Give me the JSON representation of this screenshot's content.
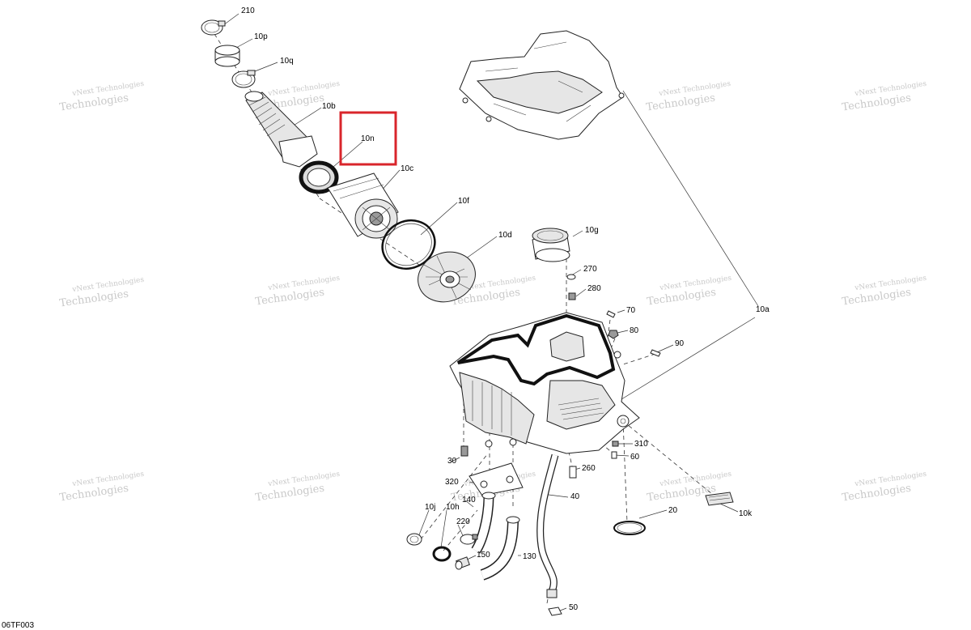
{
  "diagram_code": "06TF003",
  "watermark": {
    "line1": "vNext Technologies",
    "line2": "Technologies"
  },
  "highlight_color": "#d9252b",
  "callouts": {
    "c210": "210",
    "c10p": "10p",
    "c10q": "10q",
    "c10b": "10b",
    "c10n": "10n",
    "c10c": "10c",
    "c10f": "10f",
    "c10d": "10d",
    "c10g": "10g",
    "c270": "270",
    "c280": "280",
    "c70": "70",
    "c80": "80",
    "c90": "90",
    "c10a": "10a",
    "c310": "310",
    "c60": "60",
    "c260": "260",
    "c30": "30",
    "c320": "320",
    "c40": "40",
    "c10j": "10j",
    "c10h": "10h",
    "c140": "140",
    "c220": "220",
    "c150": "150",
    "c130": "130",
    "c20": "20",
    "c10k": "10k",
    "c50": "50"
  }
}
